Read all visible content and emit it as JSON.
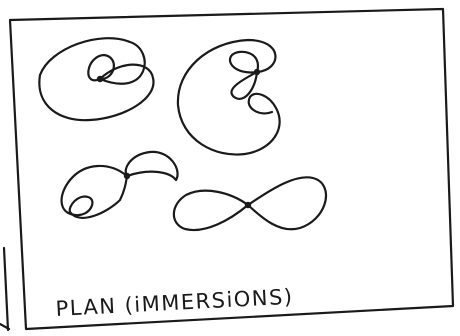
{
  "caption": "PLAN  (iMMERSiONS)",
  "ink_color": "#1a1a1a",
  "paper_color": "#ffffff",
  "curves": [
    {
      "name": "loop-with-small-inner-loop",
      "crossings": 1
    },
    {
      "name": "loop-with-two-inner-loops",
      "crossings": 2
    },
    {
      "name": "twisted-figure-eight-with-inner-loop",
      "crossings": 2
    },
    {
      "name": "figure-eight",
      "crossings": 1
    }
  ]
}
